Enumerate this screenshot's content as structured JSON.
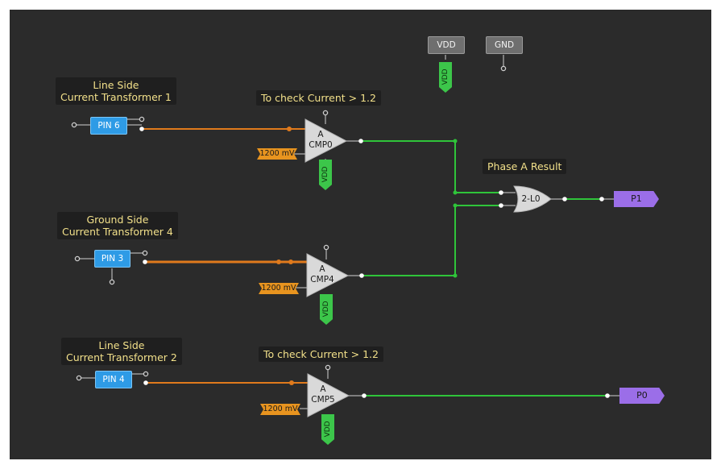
{
  "labels": {
    "line_side_1": [
      "Line Side",
      "Current Transformer 1"
    ],
    "ground_side_4": [
      "Ground Side",
      "Current Transformer 4"
    ],
    "line_side_2": [
      "Line Side",
      "Current Transformer 2"
    ],
    "check_current_top": "To check Current > 1.2",
    "check_current_bottom": "To check Current > 1.2",
    "phase_a_result": "Phase A Result"
  },
  "pins": {
    "pin6": "PIN 6",
    "pin3": "PIN 3",
    "pin4": "PIN 4"
  },
  "supply": {
    "vdd": "VDD",
    "gnd": "GND"
  },
  "vdd_tag": "VDD",
  "thresholds": {
    "cmp0": "1200 mV",
    "cmp4": "1200 mV",
    "cmp5": "1200 mV"
  },
  "comparators": {
    "cmp0": {
      "a": "A",
      "name": "CMP0"
    },
    "cmp4": {
      "a": "A",
      "name": "CMP4"
    },
    "cmp5": {
      "a": "A",
      "name": "CMP5"
    }
  },
  "lut": "2-L0",
  "ports": {
    "p1": "P1",
    "p0": "P0"
  },
  "colors": {
    "canvas": "#2b2b2b",
    "orange_wire": "#e07a1c",
    "green_wire": "#2fc43a",
    "label_text": "#f2e08a",
    "pin_blue": "#2e9be6",
    "port_purple": "#9b6ee8"
  }
}
